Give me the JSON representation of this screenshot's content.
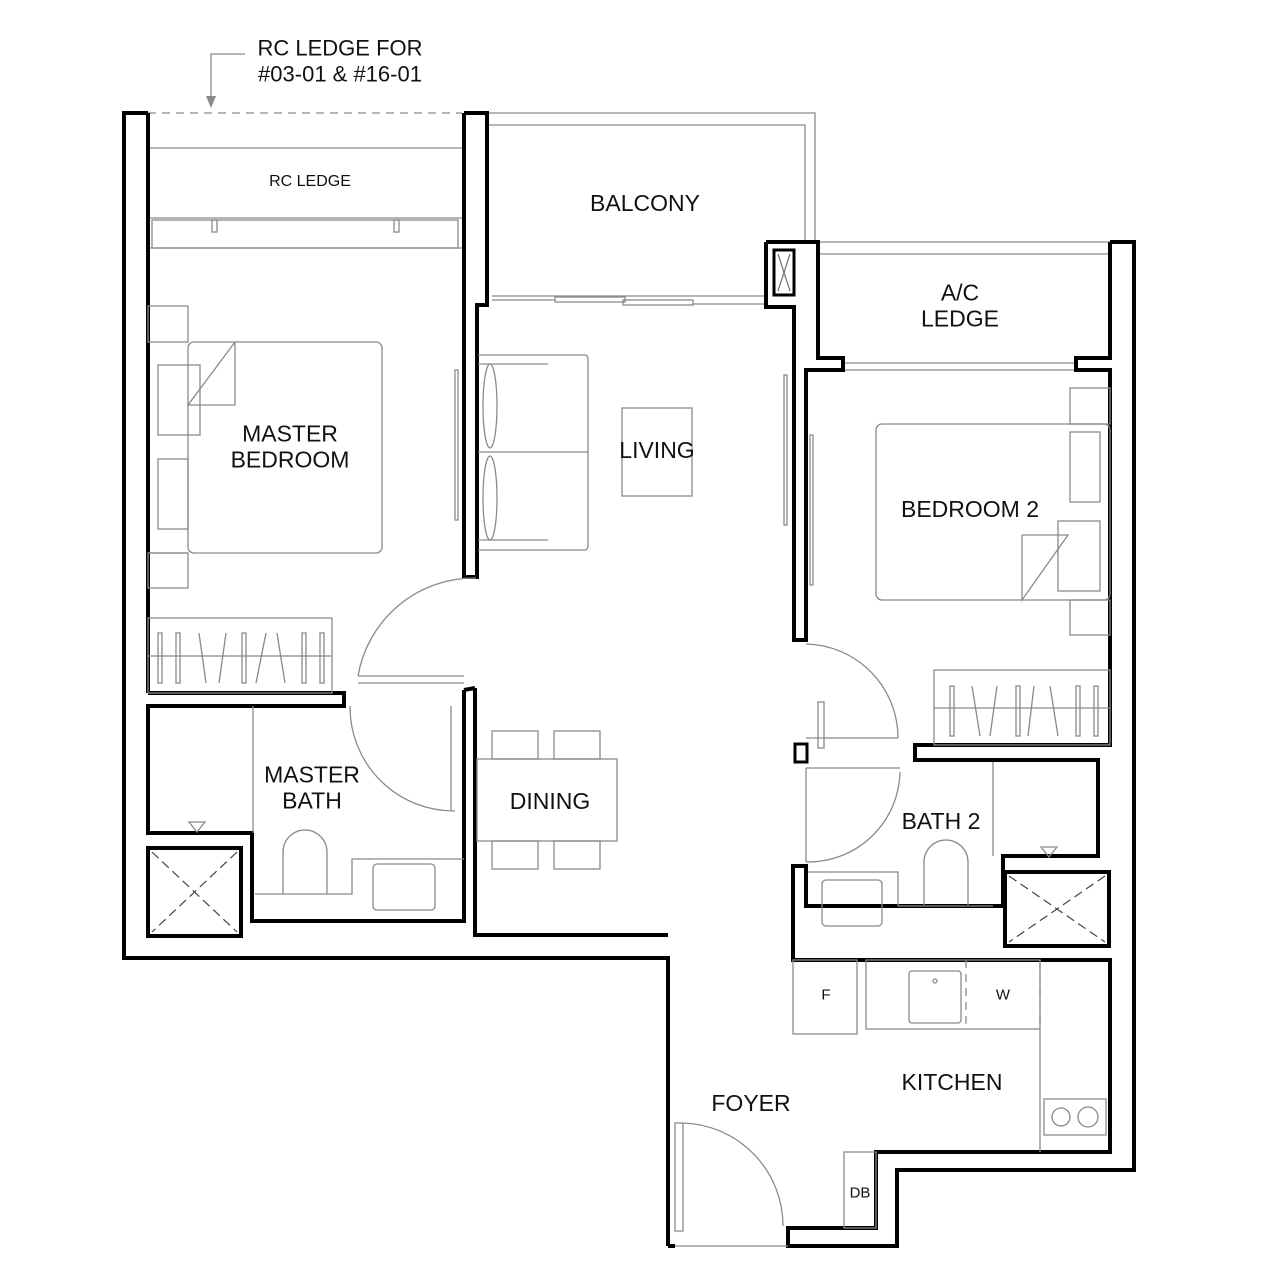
{
  "annotation": {
    "line1": "RC LEDGE FOR",
    "line2": "#03-01 & #16-01"
  },
  "rooms": {
    "rc_ledge": "RC LEDGE",
    "balcony": "BALCONY",
    "ac_ledge_1": "A/C",
    "ac_ledge_2": "LEDGE",
    "master_bedroom_1": "MASTER",
    "master_bedroom_2": "BEDROOM",
    "living": "LIVING",
    "bedroom_2": "BEDROOM 2",
    "master_bath_1": "MASTER",
    "master_bath_2": "BATH",
    "dining": "DINING",
    "bath_2": "BATH 2",
    "kitchen": "KITCHEN",
    "foyer": "FOYER"
  },
  "fixtures": {
    "fridge": "F",
    "washer": "W",
    "distribution_board": "DB"
  },
  "colors": {
    "wall": "#000000",
    "fixture_line": "#8a8a8a",
    "background": "#ffffff"
  }
}
